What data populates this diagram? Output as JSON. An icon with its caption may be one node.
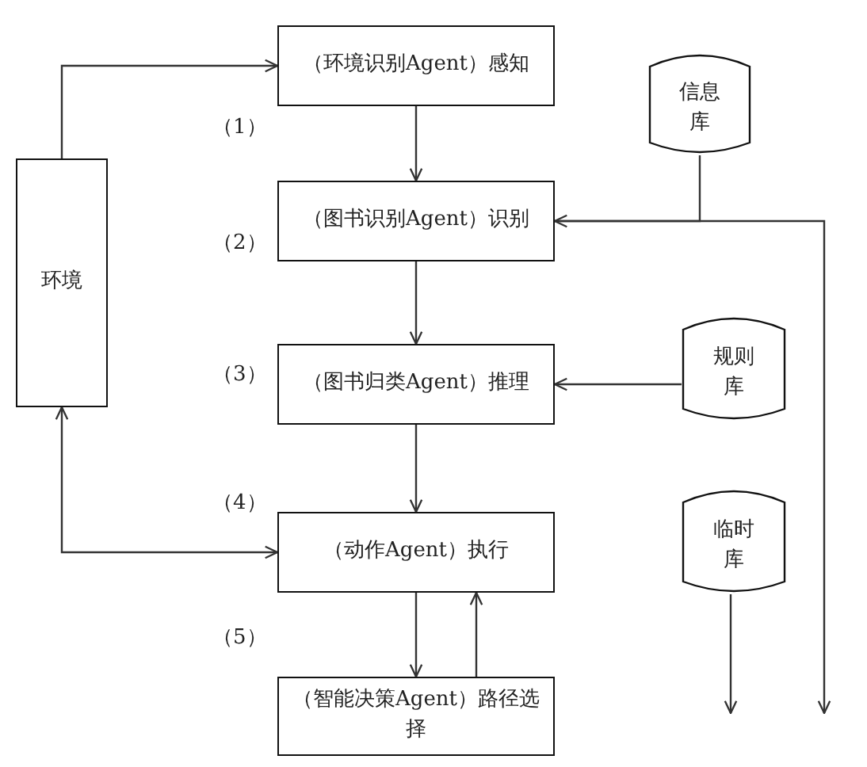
{
  "diagram": {
    "nodes": [
      {
        "text": [
          "环境"
        ]
      },
      {
        "text": [
          "（环境识别Agent）感知"
        ]
      },
      {
        "text": [
          "（图书识别Agent）识别"
        ]
      },
      {
        "text": [
          "（图书归类Agent）推理"
        ]
      },
      {
        "text": [
          "（动作Agent）执行"
        ]
      },
      {
        "text": [
          "（智能决策Agent）路径选择"
        ]
      },
      {
        "text": [
          "信息库"
        ]
      },
      {
        "text": [
          "规则库"
        ]
      },
      {
        "text": [
          "临时库"
        ]
      }
    ],
    "edges": [
      {
        "from": 0,
        "to": 1,
        "arrow": "to"
      },
      {
        "from": 1,
        "to": 2,
        "arrow": "to"
      },
      {
        "from": 2,
        "to": 3,
        "arrow": "to"
      },
      {
        "from": 3,
        "to": 4,
        "arrow": "to"
      },
      {
        "from": 4,
        "to": 5,
        "arrow": "to"
      },
      {
        "from": 5,
        "to": 4,
        "arrow": "to"
      },
      {
        "from": 4,
        "to": 0,
        "arrow": "both"
      },
      {
        "from": 6,
        "to": 2,
        "arrow": "to"
      },
      {
        "from": 2,
        "to": null,
        "arrow": "to"
      },
      {
        "from": 7,
        "to": 3,
        "arrow": "to"
      },
      {
        "from": 8,
        "to": null,
        "arrow": "to"
      }
    ],
    "labels": [
      "（1）",
      "（2）",
      "（3）",
      "（4）",
      "（5）"
    ]
  }
}
